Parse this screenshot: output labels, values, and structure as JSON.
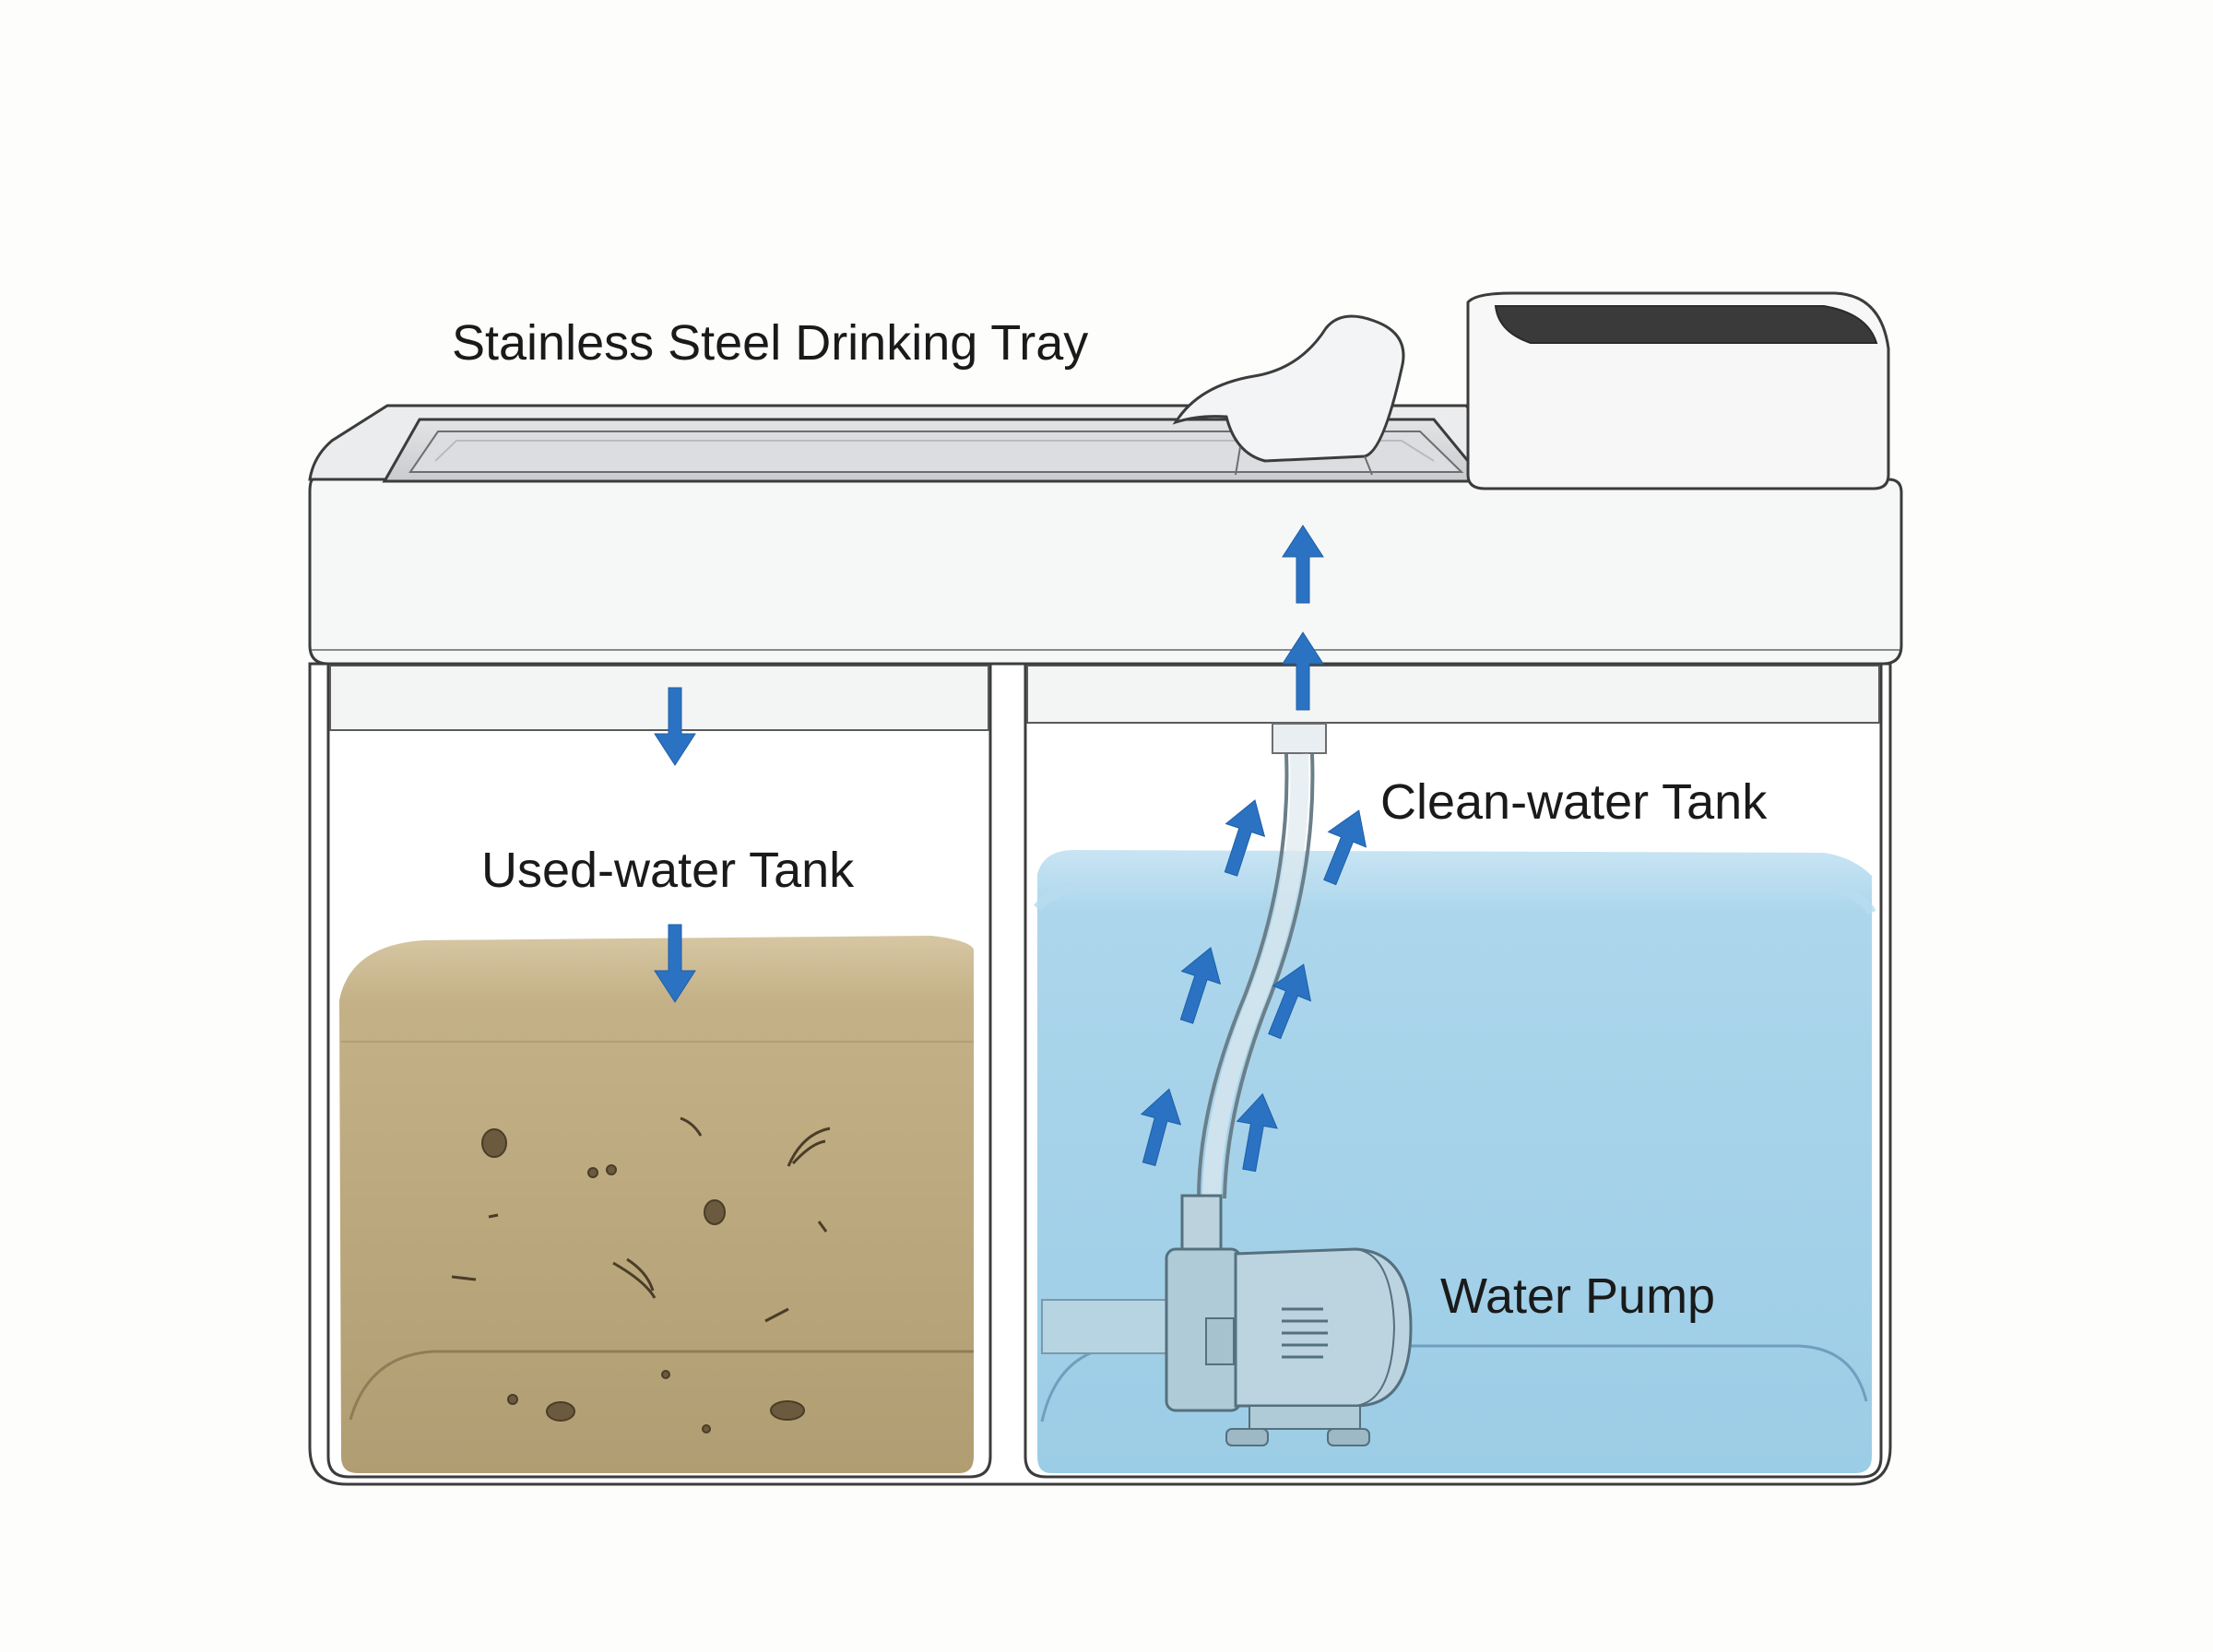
{
  "labels": {
    "tray": "Stainless Steel Drinking Tray",
    "used_tank": "Used-water Tank",
    "clean_tank": "Clean-water Tank",
    "pump": "Water Pump"
  },
  "colors": {
    "arrow": "#2b73c2",
    "clean_water": "#a8d3ea",
    "used_water": "#b9a67e",
    "housing": "#f5f6f6",
    "outline": "#3c3c3c",
    "lid_dark": "#3a3a3a"
  },
  "icons": {
    "flow_down": "arrow-down-icon",
    "flow_up": "arrow-up-icon"
  }
}
